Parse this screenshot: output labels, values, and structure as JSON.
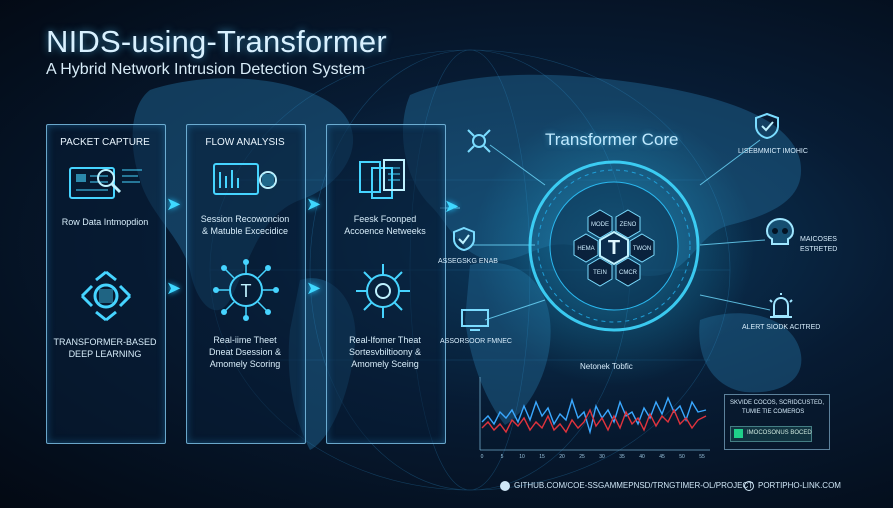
{
  "header": {
    "title": "NIDS-using-Transformer",
    "subtitle": "A Hybrid Network Intrusion Detection System"
  },
  "panels": [
    {
      "heading": "PACKET CAPTURE",
      "top_caption": "Row Data Intmopdion",
      "bottom_caption_1": "TRANSFORMER-BASED",
      "bottom_caption_2": "DEEP LEARNING"
    },
    {
      "heading": "FLOW ANALYSIS",
      "top_caption_1": "Session Recowoncion",
      "top_caption_2": "& Matuble Excecidice",
      "bottom_caption_1": "Real-iime Theet",
      "bottom_caption_2": "Dneat Dsession &",
      "bottom_caption_3": "Amomely Scoring"
    },
    {
      "top_caption_1": "Feesk Foonped",
      "top_caption_2": "Accoence Netweeks",
      "bottom_caption_1": "Real-lfomer Theat",
      "bottom_caption_2": "Sortesvbiltioony &",
      "bottom_caption_3": "Amomely Sceing"
    }
  ],
  "core": {
    "title": "Transformer Core",
    "hex_labels": [
      "MODE",
      "ZENO",
      "HEMA",
      "TWON",
      "TEIN",
      "CMCR"
    ],
    "center_glyph": "T"
  },
  "nodes": {
    "left_1": "ASSEGSKG ENAB",
    "left_2": "ASSORSOOR FMNEC",
    "right_1": "LISEBMMICT IMOHIC",
    "right_2_line1": "MAICOSES",
    "right_2_line2": "ESTRETED",
    "right_3": "ALERT SIODK ACITRED"
  },
  "traffic": {
    "title": "Netonek Tobfic",
    "x_ticks": [
      "0",
      "5",
      "10",
      "15",
      "20",
      "25",
      "30",
      "35",
      "40",
      "45",
      "50",
      "55"
    ]
  },
  "badge": {
    "line_1": "SKVIDE COCOS, SCRIDCUSTED,",
    "line_2": "TUMIE TIE COMEROS",
    "button": "IMOCOSONUS BOCED"
  },
  "footer": {
    "github": "GITHUB.COM/COE-SSGAMMEPNSD/TRNGTIMER-OL/PROJECT",
    "portfolio": "PORTIPHO-LINK.COM"
  },
  "colors": {
    "accent": "#35d6ff",
    "panel_border": "#8cd7ff",
    "series_blue": "#3aa8ff",
    "series_red": "#e0333d",
    "background": "#071b33"
  },
  "icons": [
    "magnifier-icon",
    "gear-icon",
    "brain-chip-icon",
    "shield-icon",
    "skull-icon",
    "alarm-icon",
    "monitor-icon",
    "check-icon",
    "github-icon",
    "globe-icon"
  ]
}
